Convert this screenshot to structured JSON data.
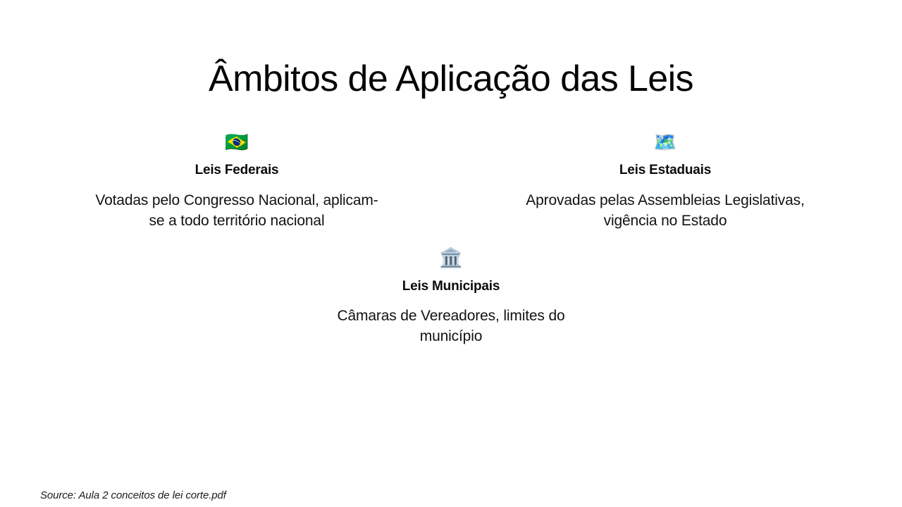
{
  "slide": {
    "title": "Âmbitos de Aplicação das Leis",
    "background_color": "#ffffff",
    "text_color": "#111111"
  },
  "concepts": [
    {
      "icon_glyph": "🇧🇷",
      "icon_name": "brazil-flag-icon",
      "heading": "Leis Federais",
      "body": "Votadas pelo Congresso Nacional, aplicam-se a todo território nacional"
    },
    {
      "icon_glyph": "🗺️",
      "icon_name": "world-map-icon",
      "heading": "Leis Estaduais",
      "body": "Aprovadas pelas Assembleias Legislativas, vigência no Estado"
    },
    {
      "icon_glyph": "🏛️",
      "icon_name": "classical-building-icon",
      "heading": "Leis Municipais",
      "body": "Câmaras de Vereadores, limites do município"
    }
  ],
  "footer": {
    "source_label": "Source:",
    "source_file": "Aula 2 conceitos de lei corte.pdf",
    "source_text": "Source: Aula 2 conceitos de lei corte.pdf"
  }
}
